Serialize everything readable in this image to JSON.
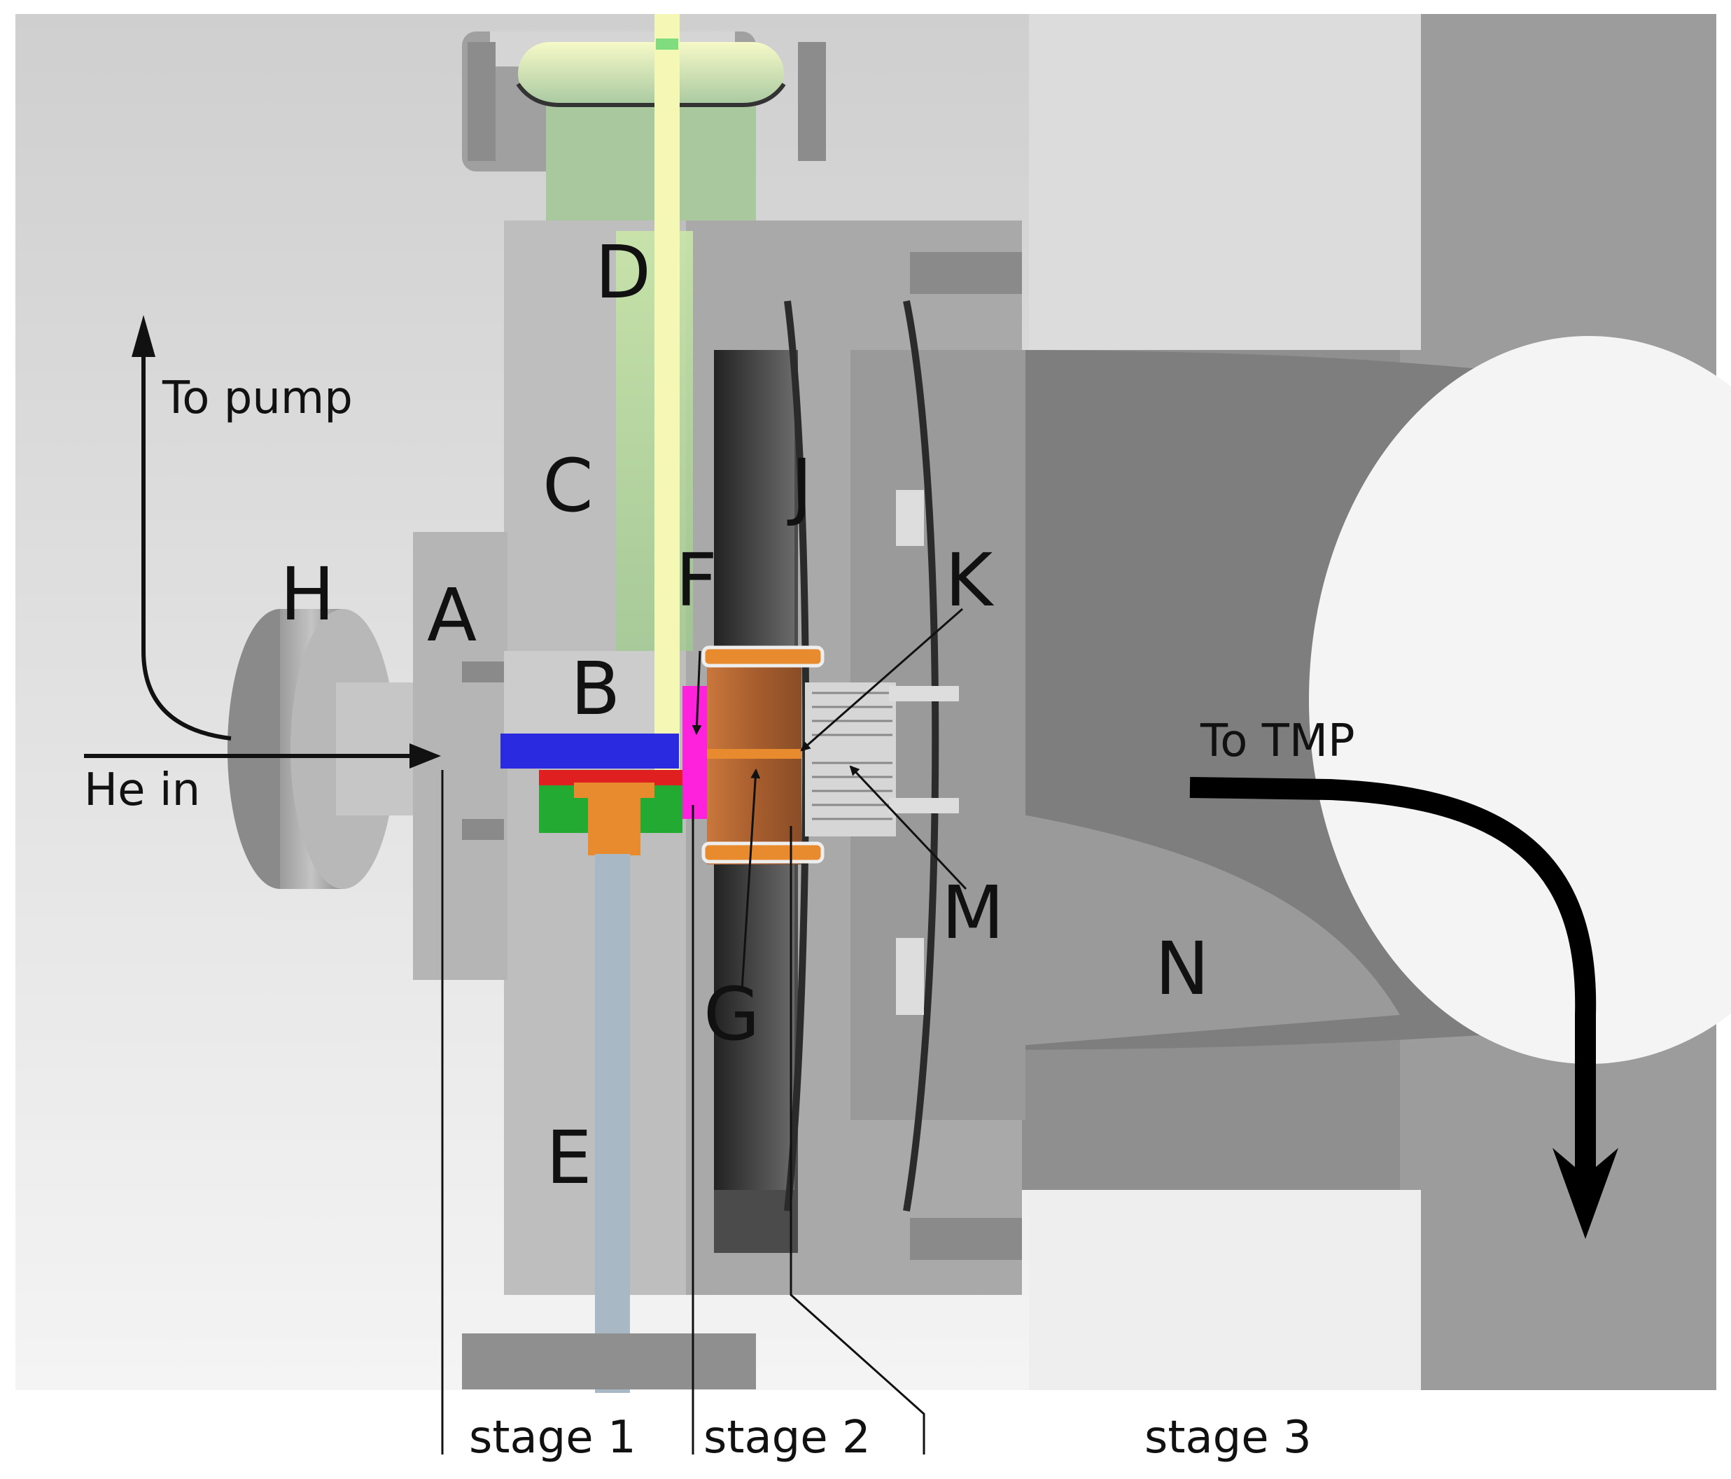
{
  "labels": {
    "A": "A",
    "B": "B",
    "C": "C",
    "D": "D",
    "E": "E",
    "F": "F",
    "G": "G",
    "H": "H",
    "J": "J",
    "K": "K",
    "M": "M",
    "N": "N"
  },
  "annotations": {
    "to_pump": "To pump",
    "he_in": "He in",
    "to_tmp": "To TMP"
  },
  "stages": [
    "stage 1",
    "stage 2",
    "stage 3"
  ],
  "colors": {
    "background": "#d6d6d6",
    "metal": "#bdbdbd",
    "laser_beam": "#f2f7a6",
    "gas_channel": "#2a2ae0",
    "orifice": "#ff22dd",
    "heater": "#e02020",
    "insulator": "#22aa33",
    "copper": "#e88a2e",
    "feedthrough": "#a8b8c4"
  }
}
